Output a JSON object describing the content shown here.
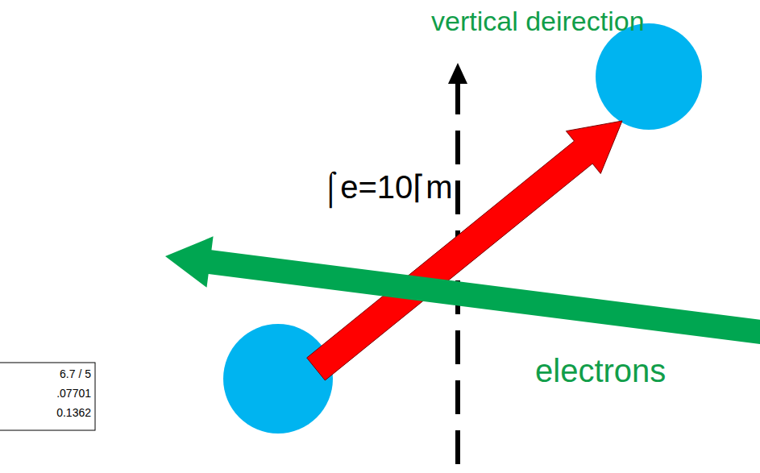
{
  "diagram": {
    "labels": [
      "vertical deirection",
      "⌠e=10⌈m",
      "electrons",
      "6.7 / 5",
      ".07701",
      "0.1362"
    ]
  }
}
